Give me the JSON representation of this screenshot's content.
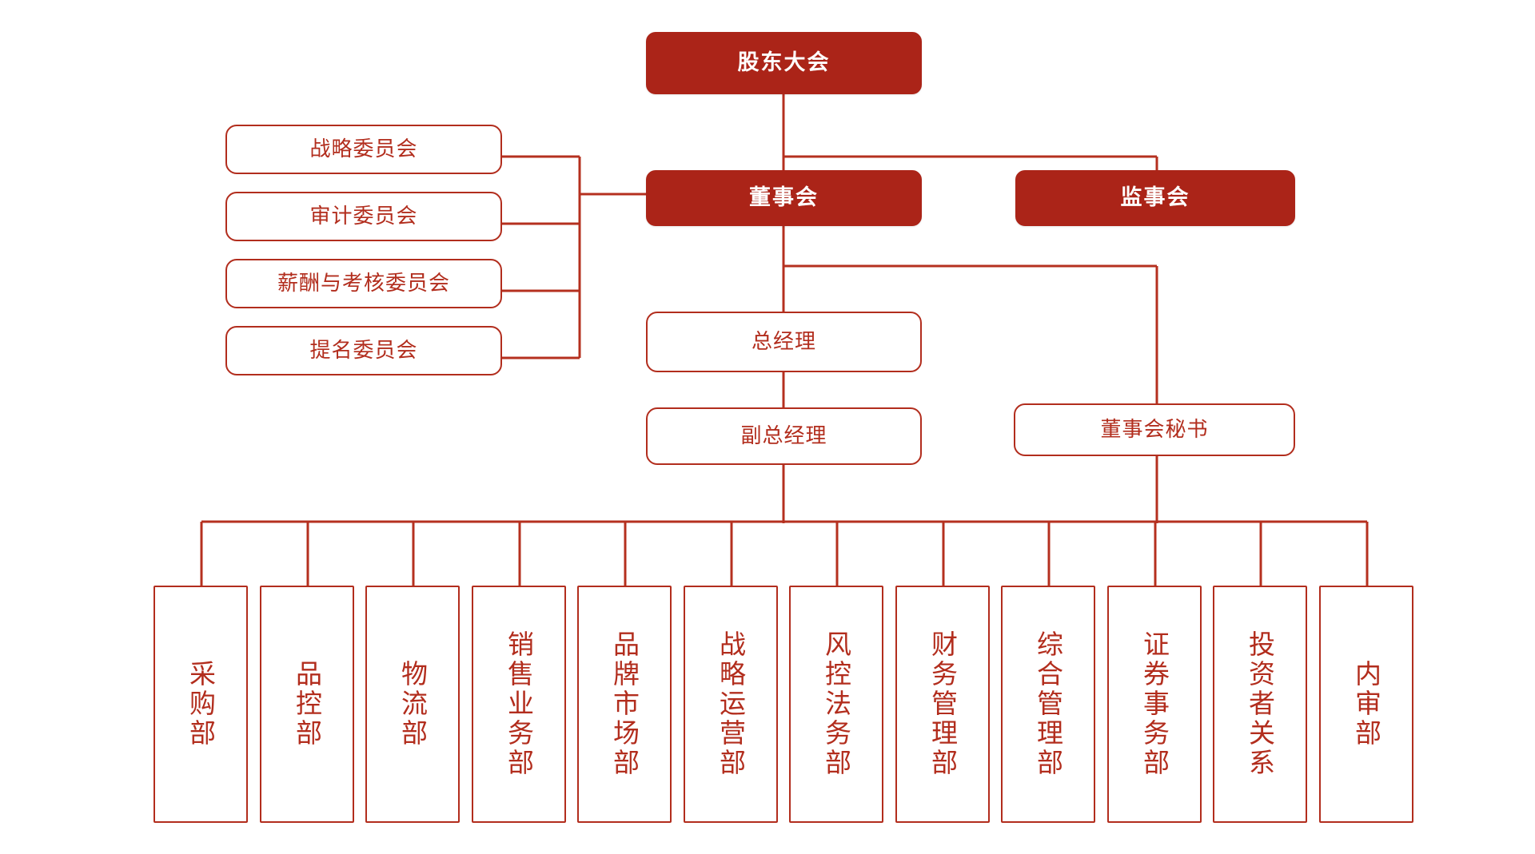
{
  "chart_title": "",
  "colors": {
    "brand_fill": "#ab2418",
    "outline": "#b22d1d",
    "line": "#b5301f",
    "text_on_fill": "#ffffff",
    "text_outline": "#b22d1d",
    "background": "#ffffff"
  },
  "governance": {
    "shareholders_meeting": "股东大会",
    "board_of_directors": "董事会",
    "board_of_supervisors": "监事会"
  },
  "committees": [
    {
      "label": "战略委员会"
    },
    {
      "label": "审计委员会"
    },
    {
      "label": "薪酬与考核委员会"
    },
    {
      "label": "提名委员会"
    }
  ],
  "management": [
    {
      "label": "总经理"
    },
    {
      "label": "副总经理"
    },
    {
      "label": "董事会秘书"
    }
  ],
  "departments": [
    {
      "label": "采购部"
    },
    {
      "label": "品控部"
    },
    {
      "label": "物流部"
    },
    {
      "label": "销售业务部"
    },
    {
      "label": "品牌市场部"
    },
    {
      "label": "战略运营部"
    },
    {
      "label": "风控法务部"
    },
    {
      "label": "财务管理部"
    },
    {
      "label": "综合管理部"
    },
    {
      "label": "证券事务部"
    },
    {
      "label": "投资者关系"
    },
    {
      "label": "内审部"
    }
  ]
}
